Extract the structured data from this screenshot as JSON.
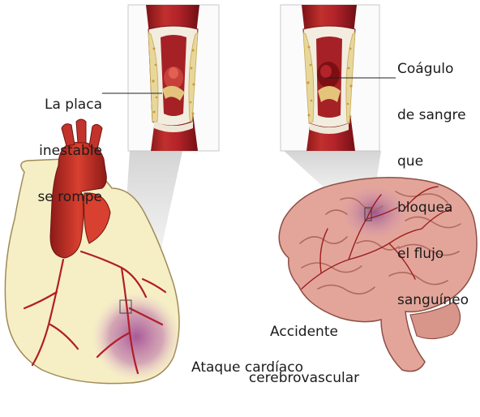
{
  "labels": {
    "plaque": [
      "La placa",
      "inestable",
      "se rompe"
    ],
    "clot": [
      "Coágulo",
      "de sangre",
      "que",
      "bloquea",
      "el flujo",
      "sanguíneo"
    ],
    "stroke": [
      "Accidente",
      "cerebrovascular"
    ],
    "heart_attack": "Ataque cardíaco"
  },
  "colors": {
    "artery_red": "#b3232a",
    "artery_dark": "#7d1216",
    "plaque_yellow": "#e8d79a",
    "heart_yellow": "#f6efc5",
    "heart_red": "#d23a2e",
    "brain_pink": "#e3a59a",
    "brain_vessel": "#9b1e1e",
    "infarct_purple": "#a85a9a",
    "panel_border": "#c9c9c9",
    "beam_gray": "#d9d9d9"
  }
}
